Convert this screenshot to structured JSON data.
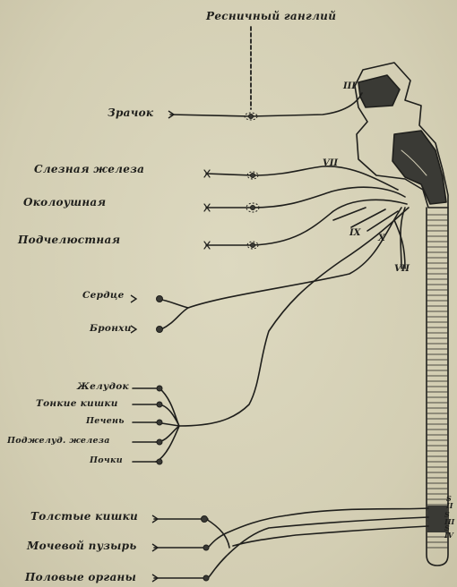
{
  "title": "Ресничный ганглий",
  "organs": {
    "pupil": "Зрачок",
    "lacrimal": "Слезная железа",
    "parotid": "Околоушная",
    "submandibular": "Подчелюстная",
    "heart": "Сердце",
    "bronchi": "Бронхи",
    "stomach": "Желудок",
    "small_intestine": "Тонкие кишки",
    "liver": "Печень",
    "pancreas": "Поджелуд. железа",
    "kidneys": "Почки",
    "large_intestine": "Толстые кишки",
    "bladder": "Мочевой пузырь",
    "genitals": "Половые органы"
  },
  "nerves": {
    "n3": "III",
    "n7": "VII",
    "n9": "IX",
    "n10": "X",
    "n7b": "VII"
  },
  "sacral": {
    "s2": "S II",
    "s3": "S III",
    "s4": "S IV"
  },
  "colors": {
    "ink": "#1f1f1c",
    "paper": "#d7d2b8",
    "nucleus_fill": "#3a3a35"
  }
}
